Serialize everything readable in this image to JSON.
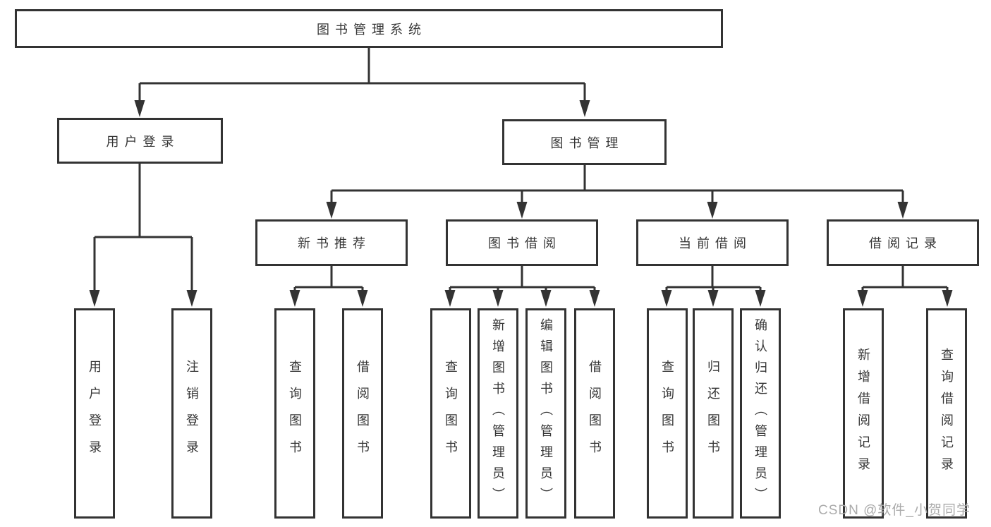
{
  "colors": {
    "line": "#333333",
    "node_border": "#333333",
    "node_text": "#363636",
    "watermark": "#ababab",
    "background": "#ffffff"
  },
  "nodes": {
    "root": "图书管理系统",
    "user_login": "用户登录",
    "book_mgmt": "图书管理",
    "new_books": "新书推荐",
    "book_borrow": "图书借阅",
    "current_borrow": "当前借阅",
    "borrow_records": "借阅记录",
    "ul_user_login": "用户登录",
    "ul_logout": "注销登录",
    "nb_query_books": "查询图书",
    "nb_borrow_books": "借阅图书",
    "bb_query_books": "查询图书",
    "bb_add_books": "新增图书（管理员）",
    "bb_edit_books": "编辑图书（管理员）",
    "bb_borrow_books": "借阅图书",
    "cb_query_books": "查询图书",
    "cb_return_books": "归还图书",
    "cb_confirm_return": "确认归还（管理员）",
    "br_add_record": "新增借阅记录",
    "br_query_record": "查询借阅记录"
  },
  "watermark": {
    "text": "CSDN @软件_小贺同学"
  }
}
